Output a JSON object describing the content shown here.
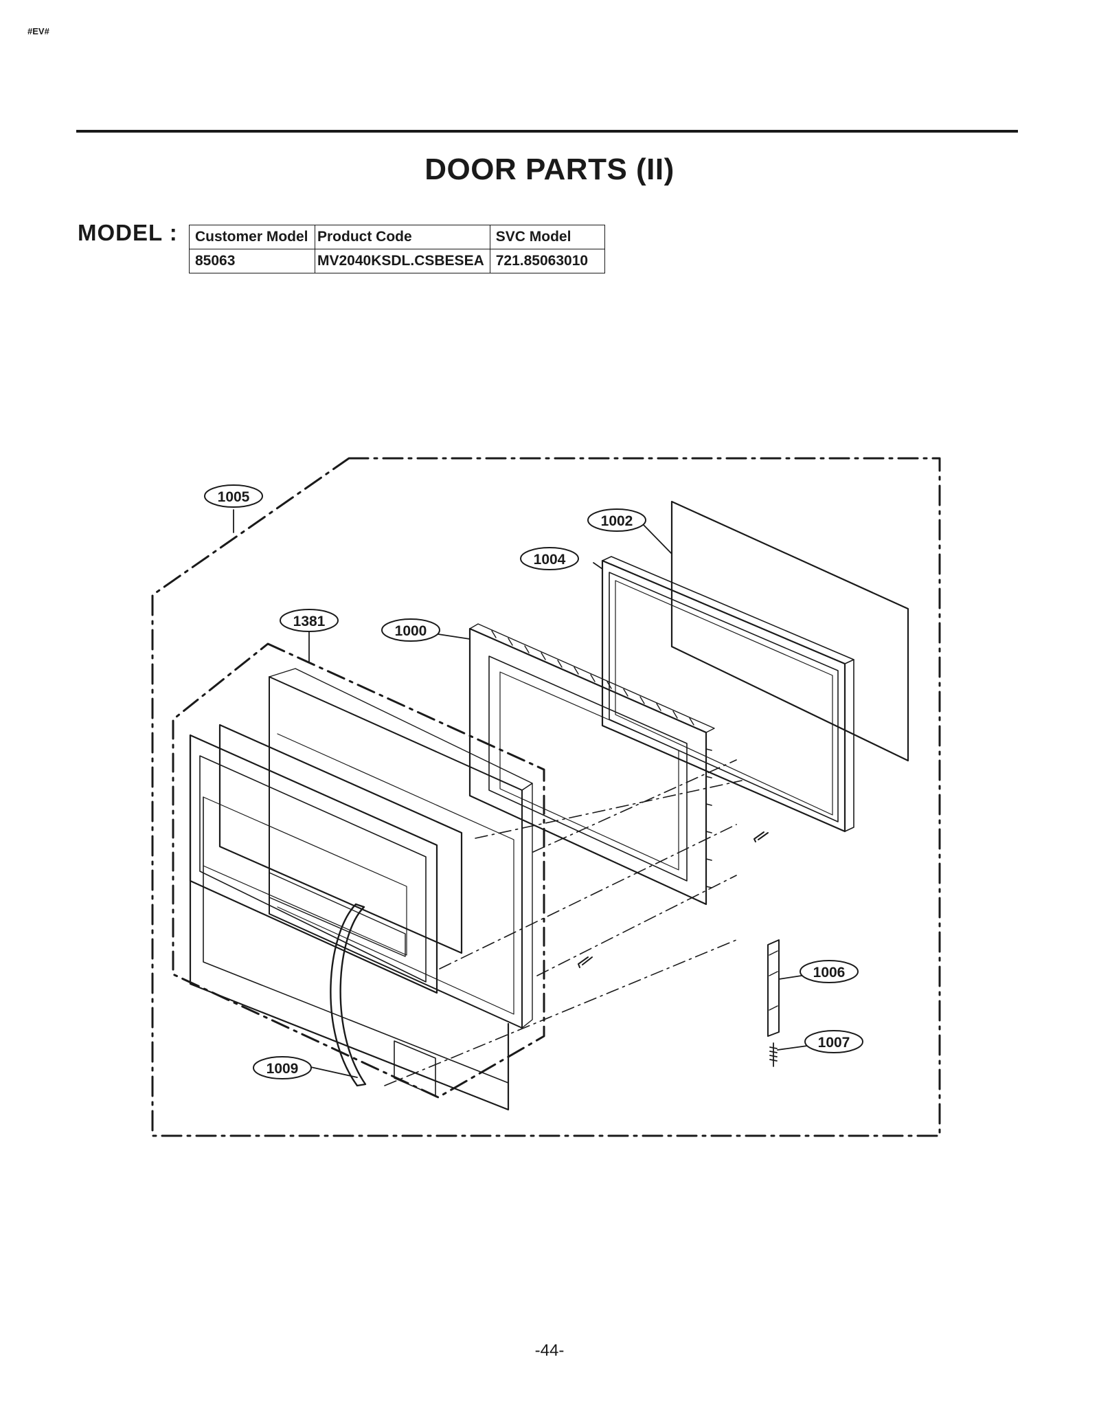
{
  "header": {
    "corner_tag": "#EV#"
  },
  "title": "DOOR PARTS (II)",
  "model": {
    "label": "MODEL :",
    "columns": [
      "Customer Model",
      "Product Code",
      "SVC Model"
    ],
    "rows": [
      [
        "85063",
        "MV2040KSDL.CSBESEA",
        "721.85063010"
      ]
    ]
  },
  "callouts": [
    "1005",
    "1002",
    "1004",
    "1381",
    "1000",
    "1006",
    "1007",
    "1009"
  ],
  "footer": {
    "page_number": "-44-"
  }
}
